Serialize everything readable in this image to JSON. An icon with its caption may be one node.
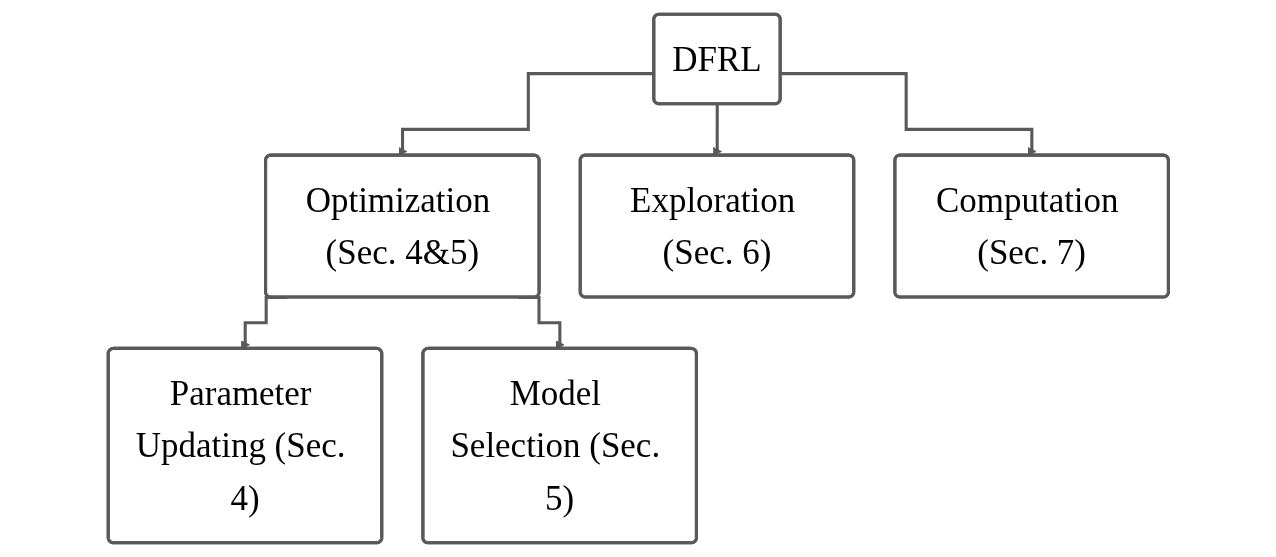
{
  "diagram": {
    "nodes": [
      {
        "text": [
          "DFRL"
        ]
      },
      {
        "text": [
          "Optimization (Sec. 4&5)"
        ]
      },
      {
        "text": [
          "Exploration (Sec. 6)"
        ]
      },
      {
        "text": [
          "Computation (Sec. 7)"
        ]
      },
      {
        "text": [
          "Parameter Updating (Sec. 4)"
        ]
      },
      {
        "text": [
          "Model Selection (Sec. 5)"
        ]
      }
    ],
    "edges": [
      {
        "from": 0,
        "to": 1,
        "arrow": "to"
      },
      {
        "from": 0,
        "to": 2,
        "arrow": "to"
      },
      {
        "from": 0,
        "to": 3,
        "arrow": "to"
      },
      {
        "from": 1,
        "to": 4,
        "arrow": "to"
      },
      {
        "from": 1,
        "to": 5,
        "arrow": "to"
      }
    ]
  }
}
